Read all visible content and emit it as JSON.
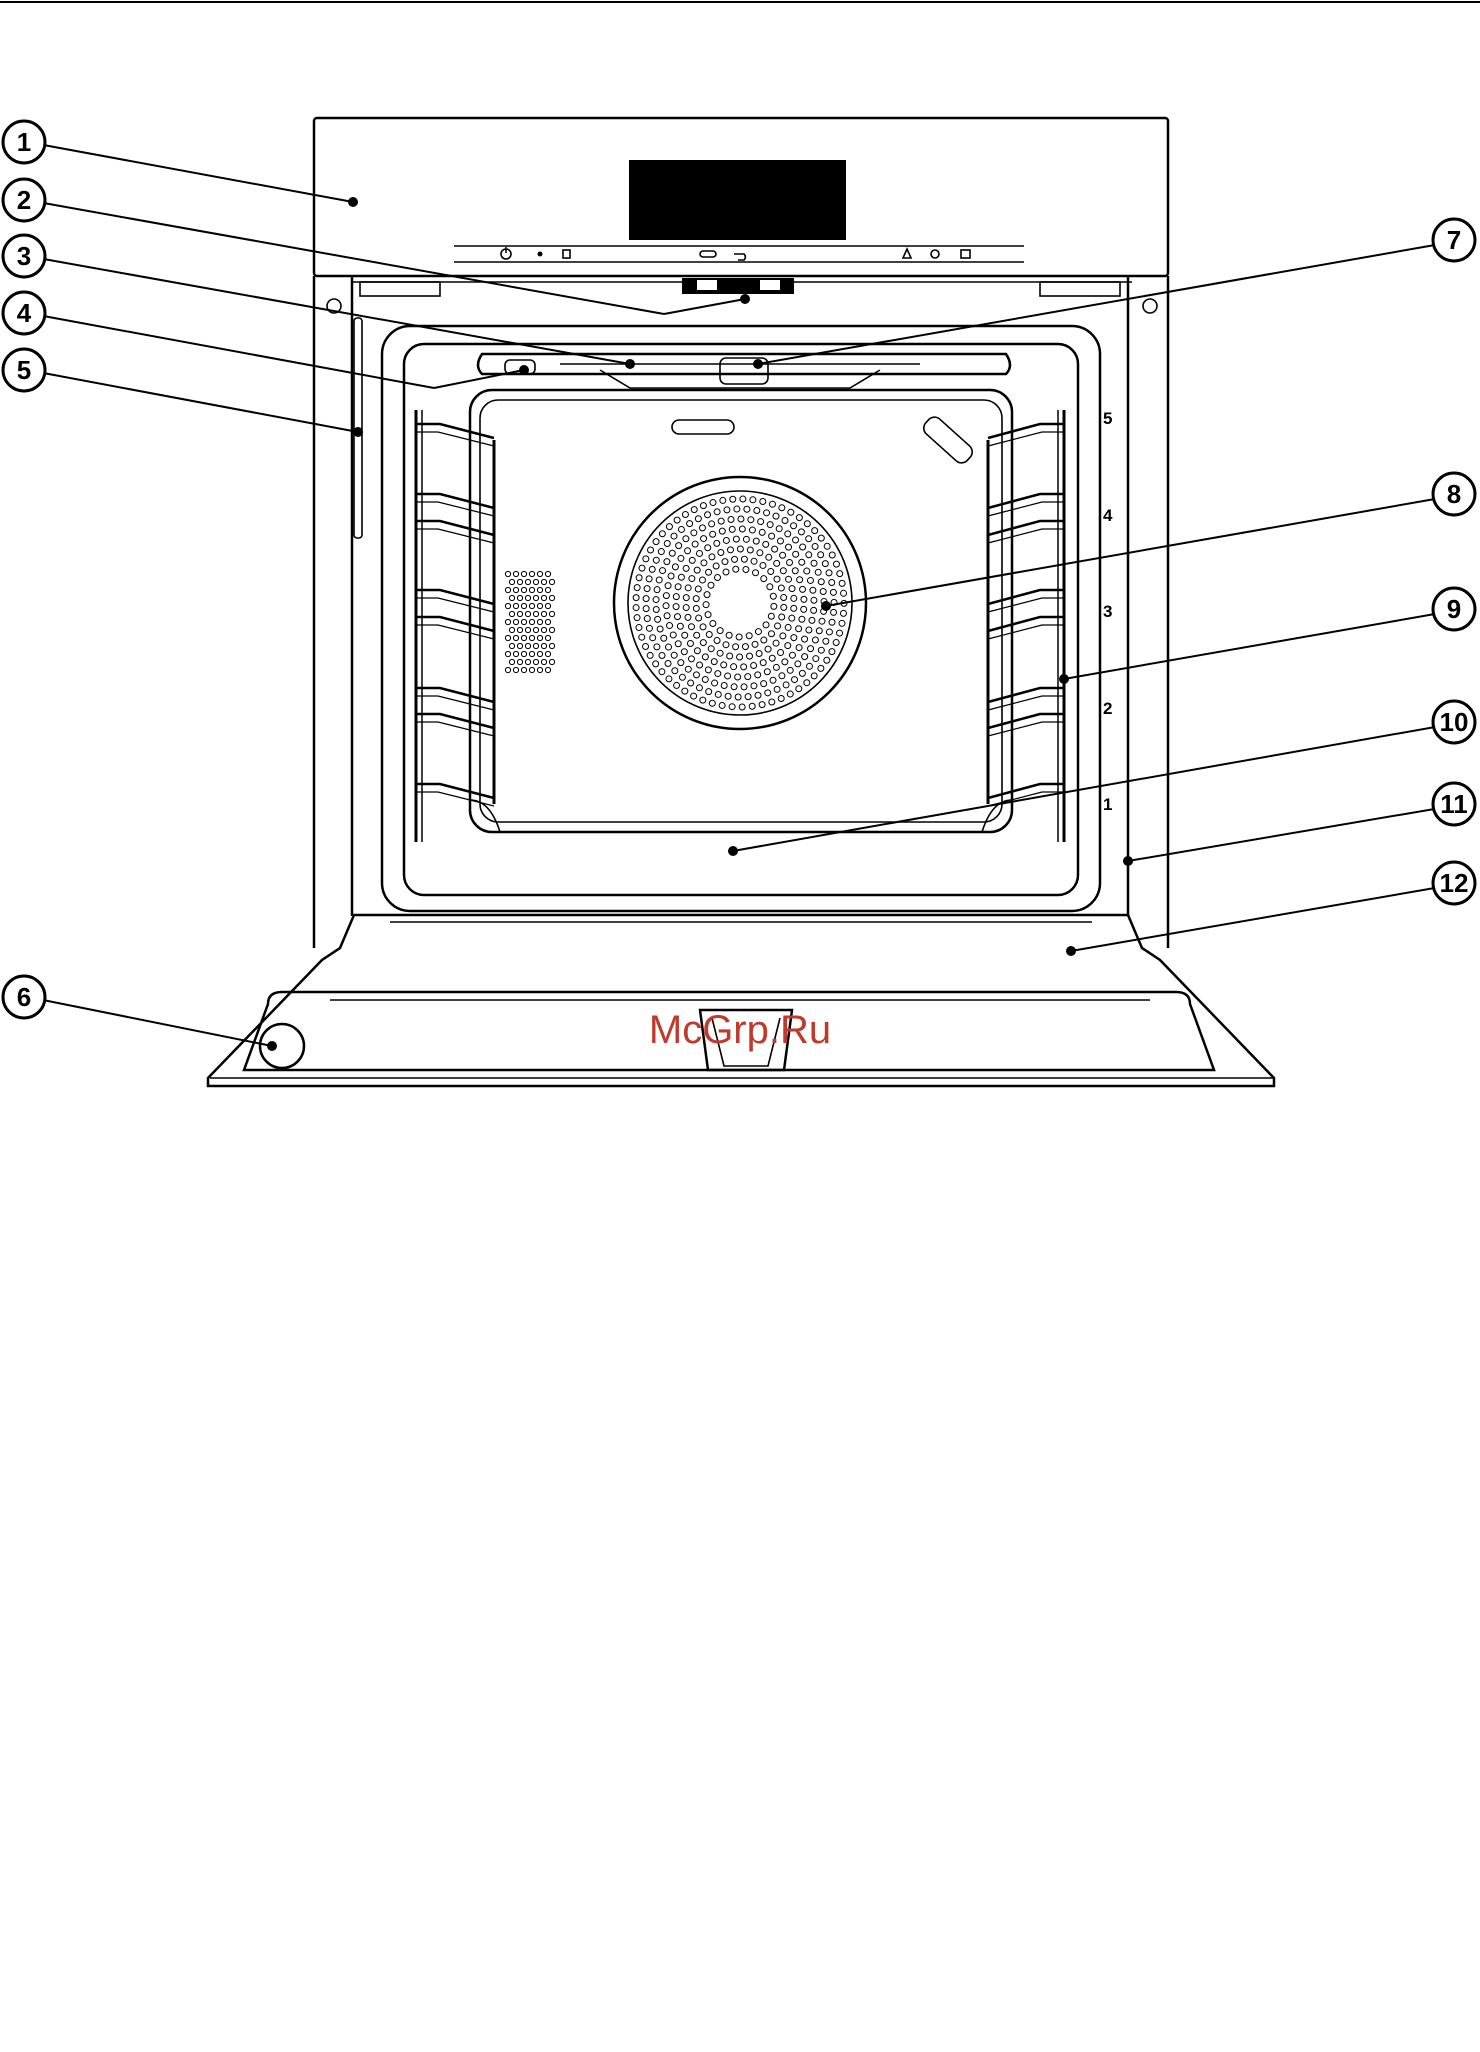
{
  "callouts": [
    {
      "num": "1",
      "target": "control-panel-front"
    },
    {
      "num": "2",
      "target": "door-lock"
    },
    {
      "num": "3",
      "target": "top-heating-grill-element"
    },
    {
      "num": "4",
      "target": "oven-lighting"
    },
    {
      "num": "5",
      "target": "door-seal"
    },
    {
      "num": "6",
      "target": "door-hinge"
    },
    {
      "num": "7",
      "target": "core-temperature-probe-socket"
    },
    {
      "num": "8",
      "target": "fan-cover"
    },
    {
      "num": "9",
      "target": "side-runners"
    },
    {
      "num": "10",
      "target": "oven-floor-heating"
    },
    {
      "num": "11",
      "target": "front-frame"
    },
    {
      "num": "12",
      "target": "door"
    }
  ],
  "shelf_levels": [
    "5",
    "4",
    "3",
    "2",
    "1"
  ],
  "watermark": "McGrp.Ru"
}
